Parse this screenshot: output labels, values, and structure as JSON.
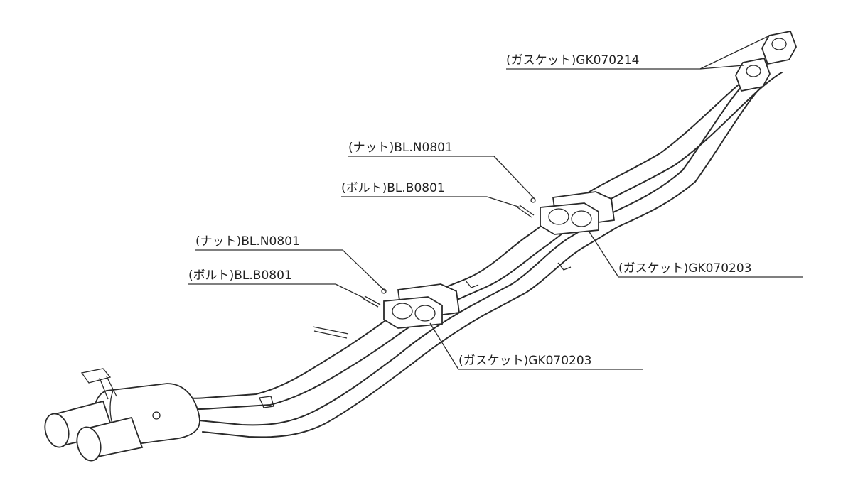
{
  "labels": {
    "gasket_front": "(ガスケット)GK070214",
    "nut_mid": "(ナット)BL.N0801",
    "bolt_mid": "(ボルト)BL.B0801",
    "nut_rear": "(ナット)BL.N0801",
    "bolt_rear": "(ボルト)BL.B0801",
    "gasket_mid": "(ガスケット)GK070203",
    "gasket_rear": "(ガスケット)GK070203"
  },
  "colors": {
    "line": "#2a2a2a",
    "background": "#ffffff"
  }
}
